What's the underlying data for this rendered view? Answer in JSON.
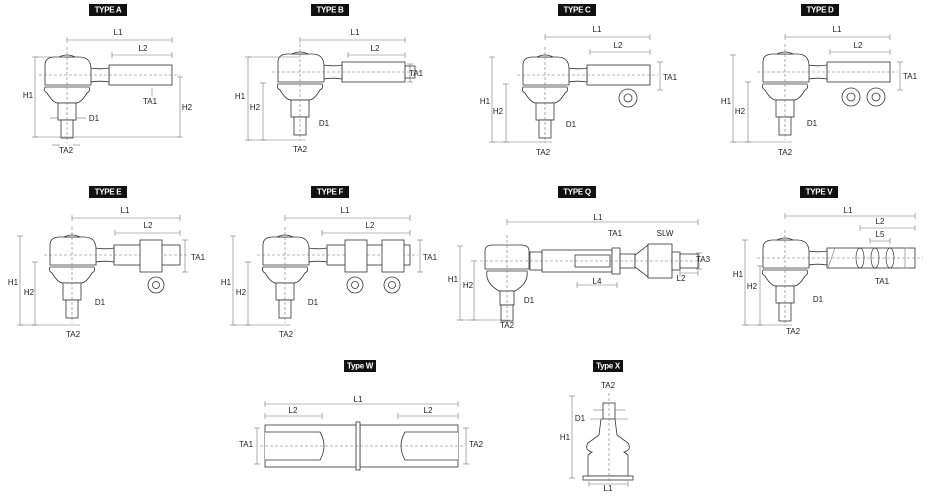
{
  "types": {
    "A": {
      "title": "TYPE A",
      "labels": {
        "L1": "L1",
        "L2": "L2",
        "TA1": "TA1",
        "H1": "H1",
        "H2": "H2",
        "D1": "D1",
        "TA2": "TA2"
      }
    },
    "B": {
      "title": "TYPE B",
      "labels": {
        "L1": "L1",
        "L2": "L2",
        "TA1": "TA1",
        "H1": "H1",
        "H2": "H2",
        "D1": "D1",
        "TA2": "TA2"
      }
    },
    "C": {
      "title": "TYPE C",
      "labels": {
        "L1": "L1",
        "L2": "L2",
        "TA1": "TA1",
        "H1": "H1",
        "H2": "H2",
        "D1": "D1",
        "TA2": "TA2"
      }
    },
    "D": {
      "title": "TYPE D",
      "labels": {
        "L1": "L1",
        "L2": "L2",
        "TA1": "TA1",
        "H1": "H1",
        "H2": "H2",
        "D1": "D1",
        "TA2": "TA2"
      }
    },
    "E": {
      "title": "TYPE E",
      "labels": {
        "L1": "L1",
        "L2": "L2",
        "TA1": "TA1",
        "H1": "H1",
        "H2": "H2",
        "D1": "D1",
        "TA2": "TA2"
      }
    },
    "F": {
      "title": "TYPE F",
      "labels": {
        "L1": "L1",
        "L2": "L2",
        "TA1": "TA1",
        "H1": "H1",
        "H2": "H2",
        "D1": "D1",
        "TA2": "TA2"
      }
    },
    "Q": {
      "title": "TYPE Q",
      "labels": {
        "L1": "L1",
        "TA1": "TA1",
        "SLW": "SLW",
        "TA3": "TA3",
        "L2": "L2",
        "L4": "L4",
        "H1": "H1",
        "H2": "H2",
        "D1": "D1",
        "TA2": "TA2"
      }
    },
    "V": {
      "title": "TYPE V",
      "labels": {
        "L1": "L1",
        "L2": "L2",
        "L5": "L5",
        "TA1": "TA1",
        "H1": "H1",
        "H2": "H2",
        "D1": "D1",
        "TA2": "TA2"
      }
    },
    "W": {
      "title": "Type W",
      "labels": {
        "L1": "L1",
        "L2a": "L2",
        "L2b": "L2",
        "TA1": "TA1",
        "TA2": "TA2"
      }
    },
    "X": {
      "title": "Type X",
      "labels": {
        "TA2": "TA2",
        "D1": "D1",
        "H1": "H1",
        "L1": "L1"
      }
    }
  },
  "colors": {
    "line": "#333333",
    "dim": "#777777",
    "badge": "#111111"
  }
}
